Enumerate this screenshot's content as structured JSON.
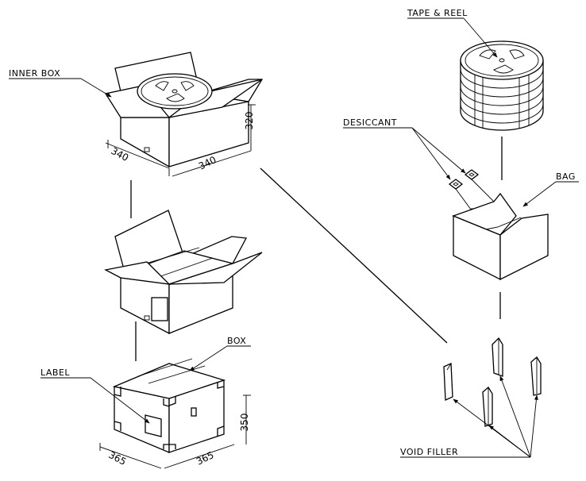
{
  "labels": {
    "inner_box": "INNER BOX",
    "tape_reel": "TAPE & REEL",
    "desiccant": "DESICCANT",
    "bag": "BAG",
    "box": "BOX",
    "label": "LABEL",
    "void_filler": "VOID FILLER"
  },
  "dimensions": {
    "inner_box_width": "340",
    "inner_box_depth": "340",
    "inner_box_height": "320",
    "box_width": "365",
    "box_depth": "365",
    "box_height": "350"
  }
}
